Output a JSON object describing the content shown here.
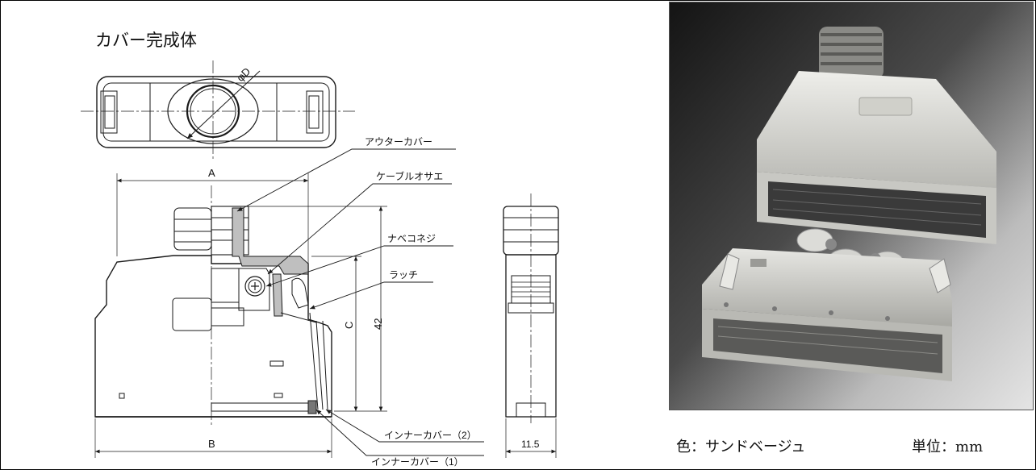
{
  "title": "カバー完成体",
  "dimensions": {
    "diameter": "φD",
    "width_a": "A",
    "width_b": "B",
    "height_c": "C",
    "height_total": "42",
    "depth": "11.5"
  },
  "callouts": {
    "outer_cover": "アウターカバー",
    "cable_clamp": "ケーブルオサエ",
    "pan_screw": "ナベコネジ",
    "latch": "ラッチ",
    "inner_cover_2": "インナーカバー（2）",
    "inner_cover_1": "インナーカバー（1）"
  },
  "caption": {
    "color": "色：サンドベージュ",
    "unit": "単位：mm"
  },
  "colors": {
    "line": "#1a1a1a",
    "photo_dark": "#141414",
    "photo_light": "#d8d8d8",
    "part_body": "#d9d9d4"
  }
}
